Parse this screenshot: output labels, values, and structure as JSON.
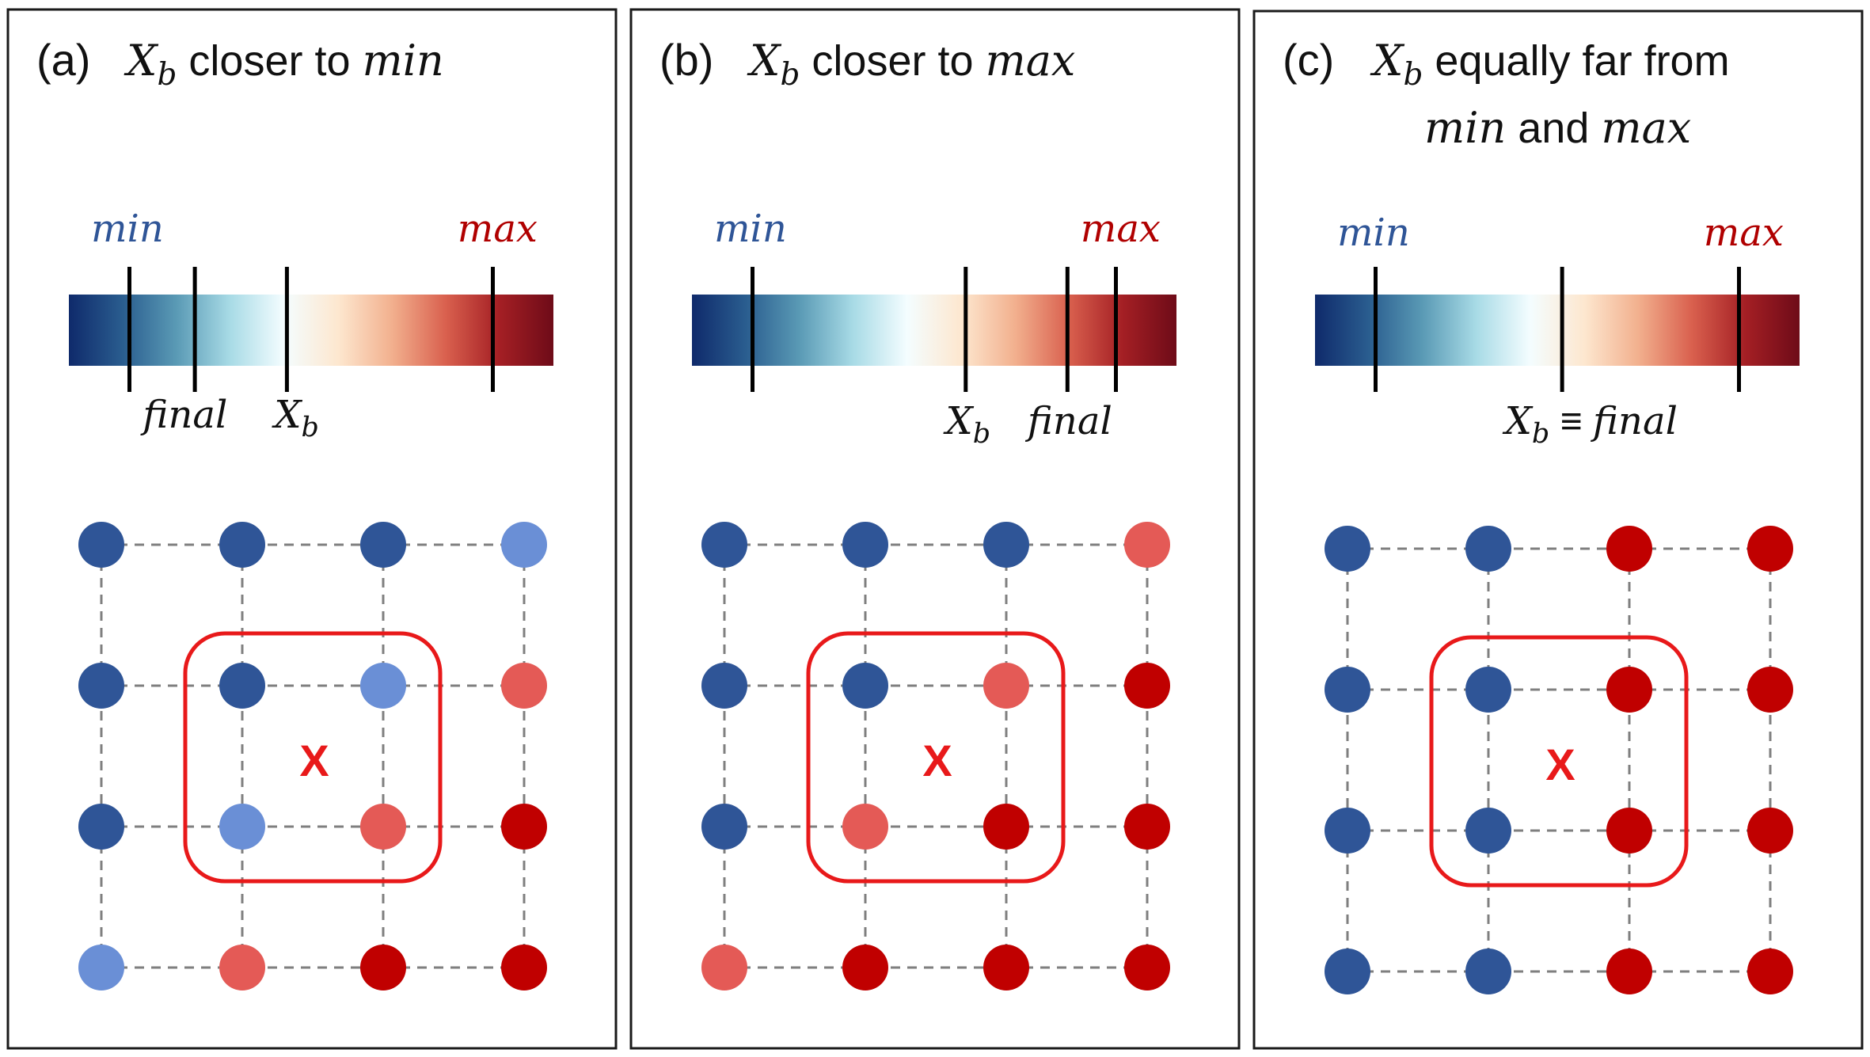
{
  "colors": {
    "panel_border": "#1a1a1a",
    "blue_dark": "#2f5597",
    "blue_light": "#6a8fd6",
    "red_light": "#e45a56",
    "red_dark": "#c00000",
    "min_label": "#2f5597",
    "max_label": "#b00000",
    "selection_box": "#e8191a",
    "x_marker": "#e8191a",
    "grid_line": "#7f7f7f",
    "tick": "#000000"
  },
  "gradient": [
    "#0f2a6b",
    "#2a5d8f",
    "#5a9ab5",
    "#a8dbe6",
    "#f4fdff",
    "#fde7cf",
    "#f2b08e",
    "#d9604e",
    "#a41f24",
    "#6e0b18"
  ],
  "panels": [
    {
      "id": "a",
      "label": "(a)",
      "title_parts": [
        {
          "text": "X",
          "style": "math"
        },
        {
          "text": "b",
          "style": "math-sub"
        },
        {
          "text": " closer to ",
          "style": "text"
        },
        {
          "text": "min",
          "style": "math"
        }
      ],
      "title_line2": [],
      "min_label": "min",
      "max_label": "max",
      "ticks": [
        0.125,
        0.26,
        0.45,
        0.875
      ],
      "tick_labels": [
        {
          "t": 0.24,
          "parts": [
            {
              "text": "final",
              "style": "math"
            }
          ]
        },
        {
          "t": 0.47,
          "parts": [
            {
              "text": "X",
              "style": "math"
            },
            {
              "text": "b",
              "style": "math-sub"
            }
          ]
        }
      ],
      "grid": [
        [
          "blue_dark",
          "blue_dark",
          "blue_dark",
          "blue_light"
        ],
        [
          "blue_dark",
          "blue_dark",
          "blue_light",
          "red_light"
        ],
        [
          "blue_dark",
          "blue_light",
          "red_light",
          "red_dark"
        ],
        [
          "blue_light",
          "red_light",
          "red_dark",
          "red_dark"
        ]
      ],
      "marker": "X"
    },
    {
      "id": "b",
      "label": "(b)",
      "title_parts": [
        {
          "text": "X",
          "style": "math"
        },
        {
          "text": "b",
          "style": "math-sub"
        },
        {
          "text": " closer to ",
          "style": "text"
        },
        {
          "text": "max",
          "style": "math"
        }
      ],
      "title_line2": [],
      "min_label": "min",
      "max_label": "max",
      "ticks": [
        0.125,
        0.565,
        0.775,
        0.875
      ],
      "tick_labels": [
        {
          "t": 0.57,
          "parts": [
            {
              "text": "X",
              "style": "math"
            },
            {
              "text": "b",
              "style": "math-sub"
            }
          ]
        },
        {
          "t": 0.78,
          "parts": [
            {
              "text": "final",
              "style": "math"
            }
          ]
        }
      ],
      "grid": [
        [
          "blue_dark",
          "blue_dark",
          "blue_dark",
          "red_light"
        ],
        [
          "blue_dark",
          "blue_dark",
          "red_light",
          "red_dark"
        ],
        [
          "blue_dark",
          "red_light",
          "red_dark",
          "red_dark"
        ],
        [
          "red_light",
          "red_dark",
          "red_dark",
          "red_dark"
        ]
      ],
      "marker": "X"
    },
    {
      "id": "c",
      "label": "(c)",
      "title_parts": [
        {
          "text": "X",
          "style": "math"
        },
        {
          "text": "b",
          "style": "math-sub"
        },
        {
          "text": " equally far from",
          "style": "text"
        }
      ],
      "title_line2": [
        {
          "text": "min",
          "style": "math"
        },
        {
          "text": " and ",
          "style": "text"
        },
        {
          "text": "max",
          "style": "math"
        }
      ],
      "min_label": "min",
      "max_label": "max",
      "ticks": [
        0.125,
        0.51,
        0.875
      ],
      "tick_labels": [
        {
          "t": 0.57,
          "parts": [
            {
              "text": "X",
              "style": "math"
            },
            {
              "text": "b",
              "style": "math-sub"
            },
            {
              "text": " ≡ ",
              "style": "text"
            },
            {
              "text": "final",
              "style": "math"
            }
          ]
        }
      ],
      "grid": [
        [
          "blue_dark",
          "blue_dark",
          "red_dark",
          "red_dark"
        ],
        [
          "blue_dark",
          "blue_dark",
          "red_dark",
          "red_dark"
        ],
        [
          "blue_dark",
          "blue_dark",
          "red_dark",
          "red_dark"
        ],
        [
          "blue_dark",
          "blue_dark",
          "red_dark",
          "red_dark"
        ]
      ],
      "marker": "X"
    }
  ]
}
